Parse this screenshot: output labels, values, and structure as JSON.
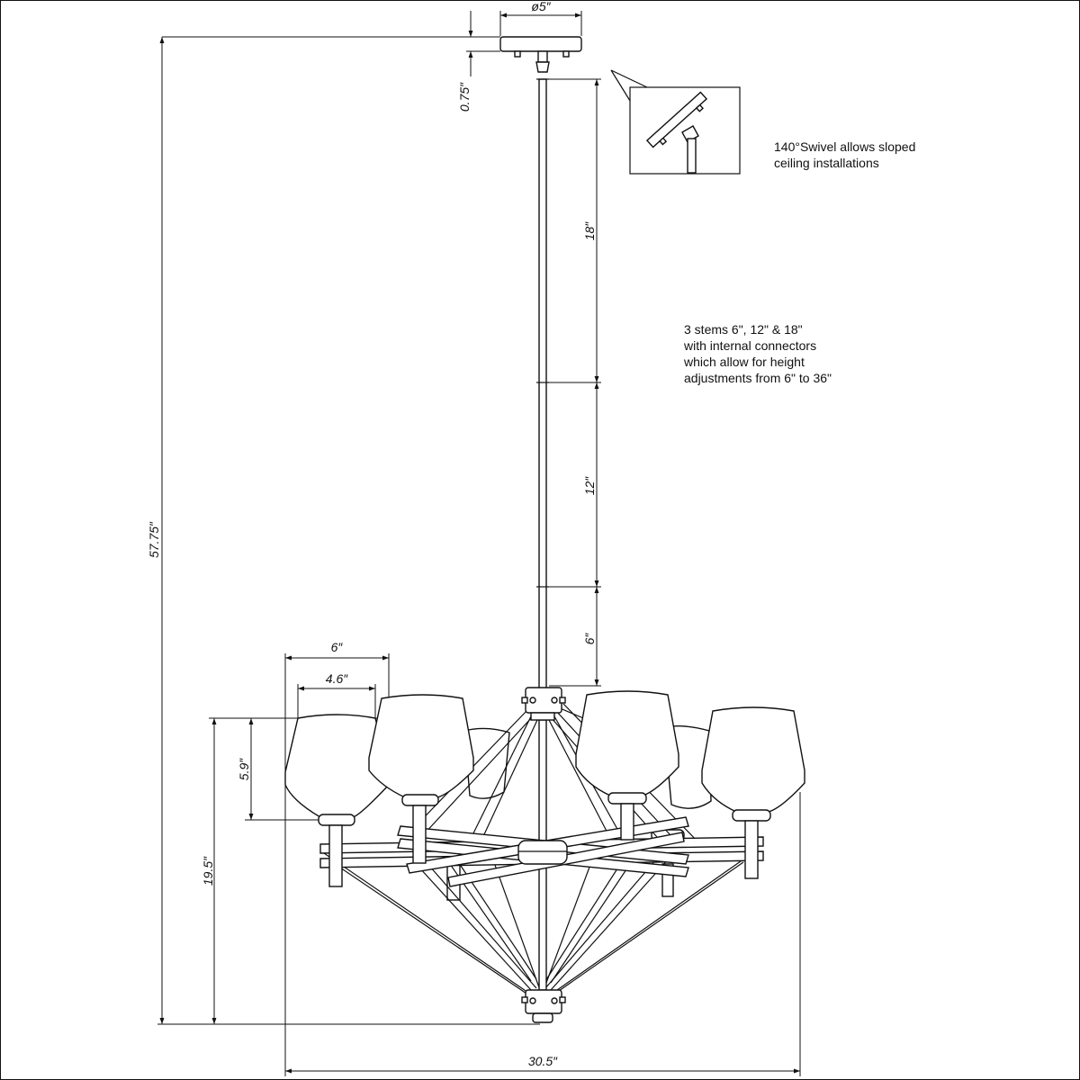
{
  "dimensions": {
    "canopy_diameter": "ø5″",
    "canopy_height": "0.75″",
    "overall_height": "57.75″",
    "stem_18": "18″",
    "stem_12": "12″",
    "stem_6": "6″",
    "shade_width": "6″",
    "shade_inner_width": "4.6″",
    "shade_height": "5.9″",
    "fixture_height": "19.5″",
    "overall_width": "30.5″"
  },
  "notes": {
    "swivel": [
      "140°Swivel allows sloped",
      "ceiling installations"
    ],
    "stems": [
      "3 stems 6\", 12\" & 18\"",
      "with internal connectors",
      "which allow for height",
      "adjustments from 6\" to 36\""
    ]
  },
  "colors": {
    "line": "#111111",
    "background": "#ffffff"
  }
}
